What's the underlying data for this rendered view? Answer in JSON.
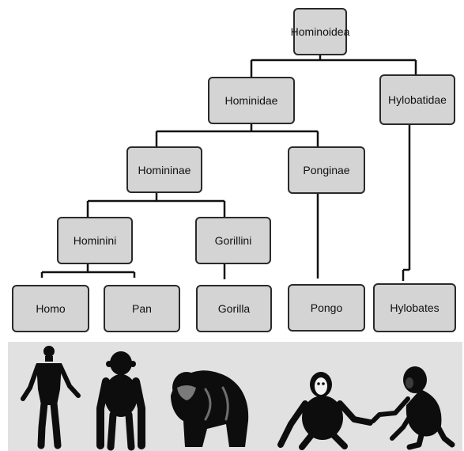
{
  "diagram": {
    "nodes": {
      "hominoidea": "Hominoidea",
      "hominidae": "Hominidae",
      "hylobatidae": "Hylobatidae",
      "homininae": "Homininae",
      "ponginae": "Ponginae",
      "hominini": "Hominini",
      "gorillini": "Gorillini",
      "homo": "Homo",
      "pan": "Pan",
      "gorilla": "Gorilla",
      "pongo": "Pongo",
      "hylobates": "Hylobates"
    },
    "colors": {
      "node_fill": "#d4d4d4",
      "node_border": "#2a2a2a",
      "connector": "#111111",
      "silhouette": "#0d0d0d",
      "strip_background": "#e1e1e1"
    },
    "silhouettes": [
      "human-silhouette-icon",
      "chimpanzee-silhouette-icon",
      "gorilla-silhouette-icon",
      "orangutan-silhouette-icon",
      "gibbon-silhouette-icon"
    ]
  }
}
